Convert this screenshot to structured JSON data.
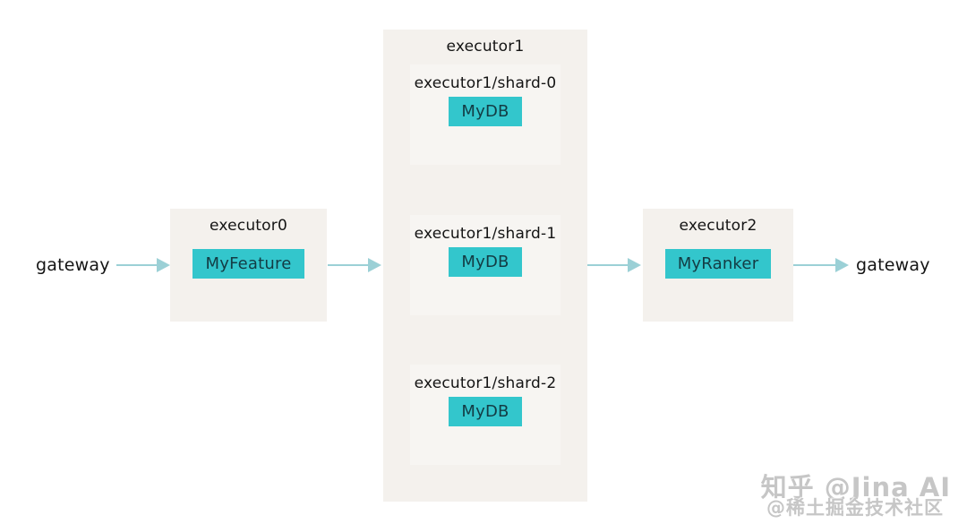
{
  "diagram": {
    "gateway_in": "gateway",
    "gateway_out": "gateway",
    "executors": [
      {
        "name": "executor0",
        "component": "MyFeature"
      },
      {
        "name": "executor1",
        "shards": [
          {
            "name": "executor1/shard-0",
            "component": "MyDB"
          },
          {
            "name": "executor1/shard-1",
            "component": "MyDB"
          },
          {
            "name": "executor1/shard-2",
            "component": "MyDB"
          }
        ]
      },
      {
        "name": "executor2",
        "component": "MyRanker"
      }
    ],
    "colors": {
      "node_bg": "#f4f1ed",
      "shard_bg": "#f7f5f2",
      "component_bg": "#33c6cc",
      "component_text": "#133c44",
      "arrow": "#9bd0d6",
      "label_text": "#141414",
      "watermark": "#c6c6c6"
    }
  },
  "watermark": {
    "line1": "知乎 @Jina AI",
    "line2": "@稀土掘金技术社区"
  }
}
